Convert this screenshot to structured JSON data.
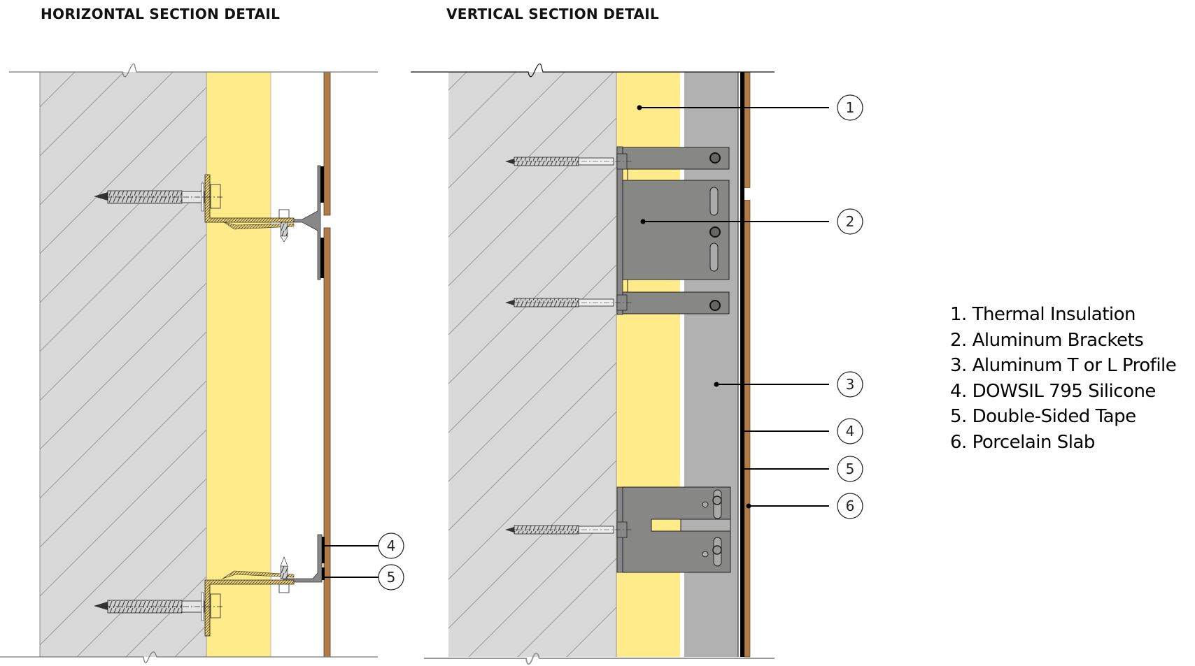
{
  "titles": {
    "horizontal": "HORIZONTAL SECTION DETAIL",
    "vertical": "VERTICAL SECTION DETAIL"
  },
  "colors": {
    "concrete": "#d9d9d9",
    "insulation": "#ffeb8a",
    "profile": "#b1b1b1",
    "bracket": "#878785",
    "porcelain": "#b17b45",
    "adhesive": "#000000"
  },
  "callouts": {
    "horizontal": [
      "4",
      "5"
    ],
    "vertical": [
      "1",
      "2",
      "3",
      "4",
      "5",
      "6"
    ]
  },
  "legend": [
    "1. Thermal Insulation",
    "2. Aluminum Brackets",
    "3. Aluminum T or L Profile",
    "4. DOWSIL 795 Silicone",
    "5. Double-Sided Tape",
    "6. Porcelain Slab"
  ]
}
